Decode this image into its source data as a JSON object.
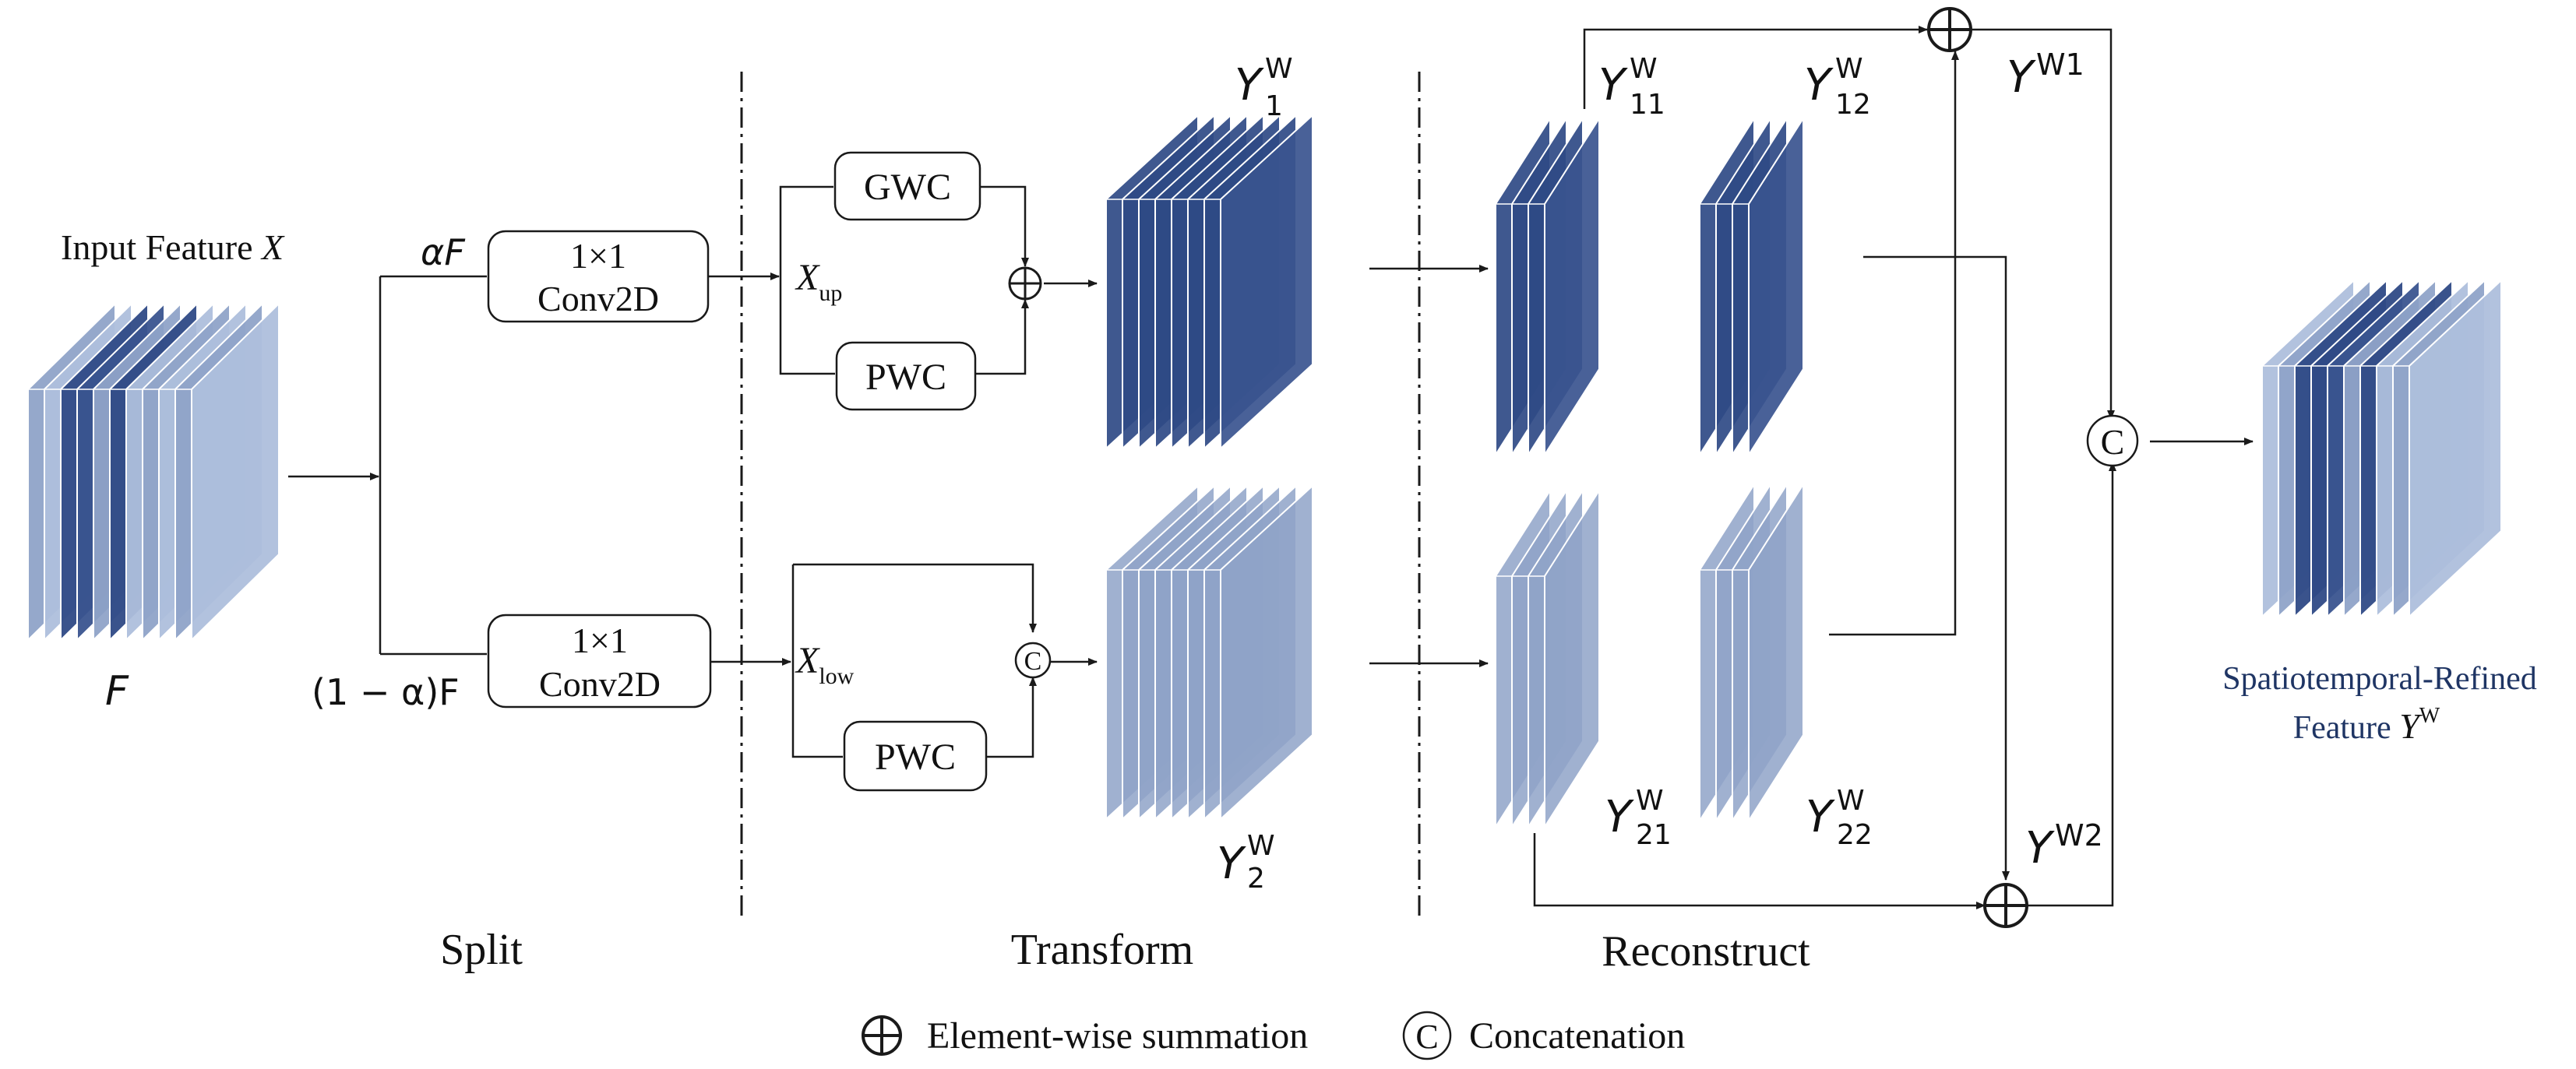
{
  "colors": {
    "dark": "#2f4a86",
    "mid": "#3a548f",
    "light": "#8fa3c8",
    "lighter": "#aebfdc",
    "faint": "#d3ddec",
    "ink": "#1a1a1a"
  },
  "input": {
    "caption_prefix": "Input Feature ",
    "caption_var": "X",
    "cube_label": "F"
  },
  "split": {
    "alpha_label": "αF",
    "one_minus_alpha_label": "(1 − α)F",
    "conv_top": {
      "line1": "1×1",
      "line2": "Conv2D"
    },
    "conv_bottom": {
      "line1": "1×1",
      "line2": "Conv2D"
    }
  },
  "transform": {
    "gwc": "GWC",
    "pwc_top": "PWC",
    "pwc_bottom": "PWC",
    "x_up": {
      "base": "X",
      "sub": "up"
    },
    "x_low": {
      "base": "X",
      "sub": "low"
    },
    "y1": {
      "base": "Y",
      "sup": "W",
      "sub": "1"
    },
    "y2": {
      "base": "Y",
      "sup": "W",
      "sub": "2"
    }
  },
  "reconstruct": {
    "y11": {
      "base": "Y",
      "sup": "W",
      "sub": "11"
    },
    "y12": {
      "base": "Y",
      "sup": "W",
      "sub": "12"
    },
    "y21": {
      "base": "Y",
      "sup": "W",
      "sub": "21"
    },
    "y22": {
      "base": "Y",
      "sup": "W",
      "sub": "22"
    },
    "yw1": {
      "base": "Y",
      "sup": "W1"
    },
    "yw2": {
      "base": "Y",
      "sup": "W2"
    }
  },
  "output": {
    "line1": "Spatiotemporal-Refined",
    "line2_prefix": "Feature ",
    "line2_var": "Y",
    "line2_sup": "W"
  },
  "sections": {
    "split": "Split",
    "transform": "Transform",
    "reconstruct": "Reconstruct"
  },
  "legend": {
    "sum_label": "Element-wise summation",
    "concat_label": "Concatenation",
    "concat_symbol": "C"
  }
}
